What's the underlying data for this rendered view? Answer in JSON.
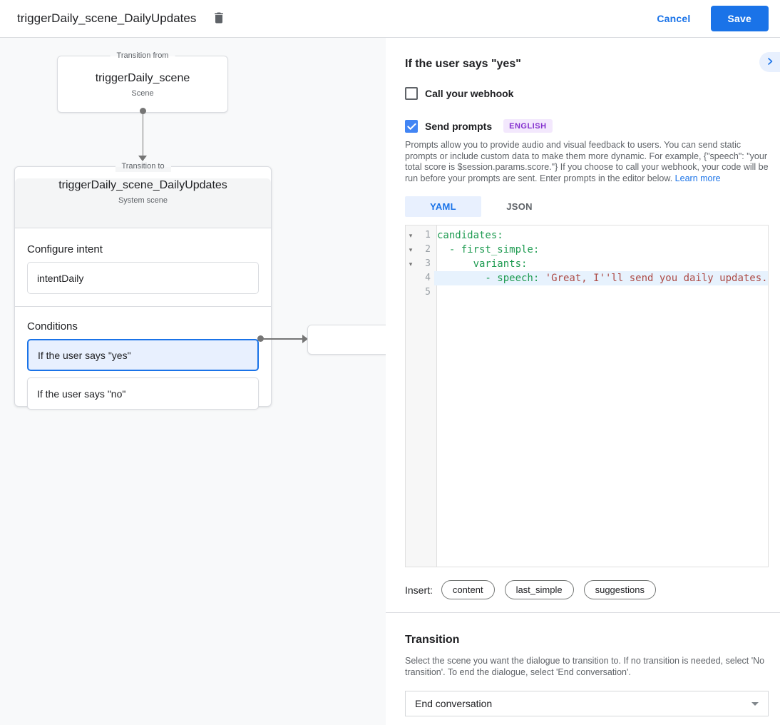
{
  "colors": {
    "accent": "#1a73e8",
    "selected_bg": "#e8f0fe",
    "badge_bg": "#f3e8fd",
    "badge_text": "#8430ce",
    "code_key": "#1e9b51",
    "code_string": "#ad4a45"
  },
  "header": {
    "title": "triggerDaily_scene_DailyUpdates",
    "cancel_label": "Cancel",
    "save_label": "Save"
  },
  "diagram": {
    "from_node": {
      "legend": "Transition from",
      "title": "triggerDaily_scene",
      "subtitle": "Scene"
    },
    "to_node": {
      "legend": "Transition to",
      "title": "triggerDaily_scene_DailyUpdates",
      "subtitle": "System scene",
      "configure_intent_label": "Configure intent",
      "intent_value": "intentDaily",
      "conditions_label": "Conditions",
      "conditions": [
        {
          "label": "If the user says \"yes\"",
          "selected": true
        },
        {
          "label": "If the user says \"no\"",
          "selected": false
        }
      ]
    }
  },
  "panel": {
    "title": "If the user says \"yes\"",
    "webhook_label": "Call your webhook",
    "prompts_label": "Send prompts",
    "language_badge": "ENGLISH",
    "description": "Prompts allow you to provide audio and visual feedback to users. You can send static prompts or include custom data to make them more dynamic. For example, {\"speech\": \"your total score is $session.params.score.\"} If you choose to call your webhook, your code will be run before your prompts are sent. Enter prompts in the editor below. ",
    "learn_more_label": "Learn more",
    "tabs": [
      {
        "label": "YAML"
      },
      {
        "label": "JSON"
      }
    ],
    "editor": {
      "lines": [
        {
          "num": 1,
          "fold": true,
          "highlight": false,
          "segments": [
            {
              "type": "key",
              "text": "candidates:"
            }
          ]
        },
        {
          "num": 2,
          "fold": true,
          "highlight": false,
          "segments": [
            {
              "type": "key",
              "text": "  - first_simple:"
            }
          ]
        },
        {
          "num": 3,
          "fold": true,
          "highlight": false,
          "segments": [
            {
              "type": "key",
              "text": "      variants:"
            }
          ]
        },
        {
          "num": 4,
          "fold": false,
          "highlight": true,
          "segments": [
            {
              "type": "key",
              "text": "        - speech: "
            },
            {
              "type": "string",
              "text": "'Great, I''ll send you daily updates."
            }
          ]
        },
        {
          "num": 5,
          "fold": false,
          "highlight": false,
          "segments": []
        }
      ]
    },
    "insert_label": "Insert:",
    "insert_chips": [
      "content",
      "last_simple",
      "suggestions"
    ],
    "transition": {
      "heading": "Transition",
      "description": "Select the scene you want the dialogue to transition to. If no transition is needed, select 'No transition'. To end the dialogue, select 'End conversation'.",
      "selected_value": "End conversation"
    }
  }
}
